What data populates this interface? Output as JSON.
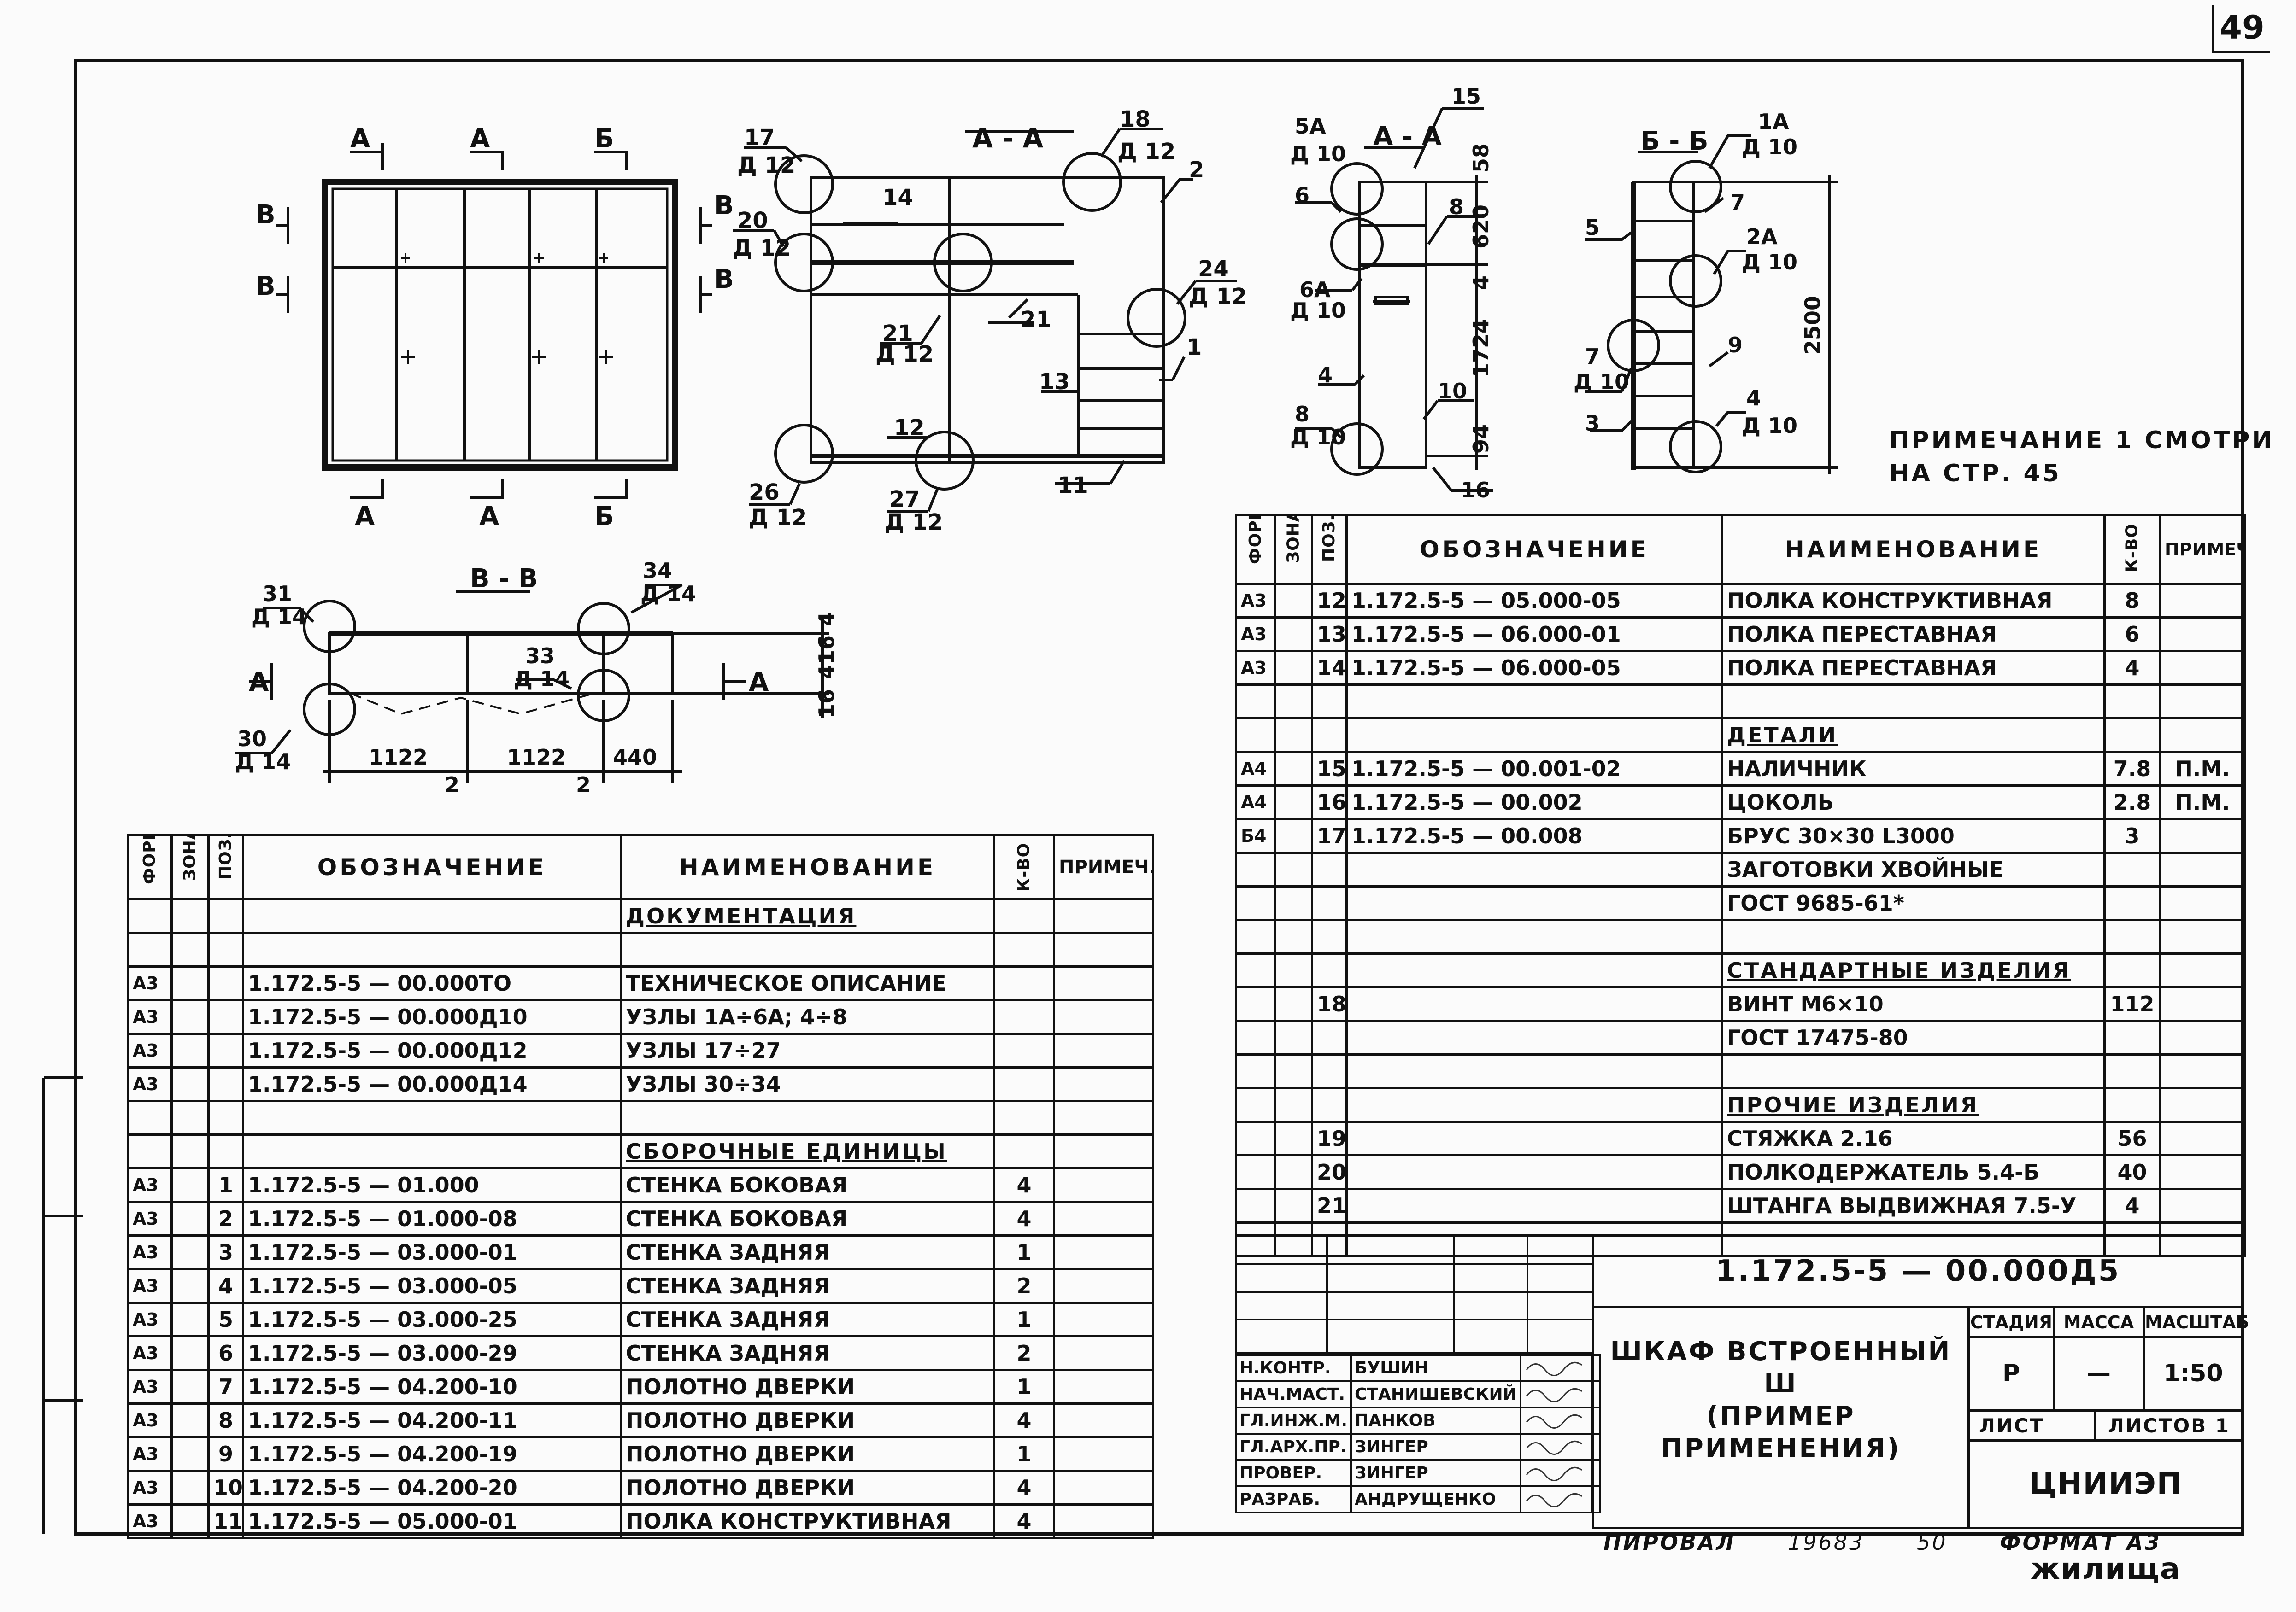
{
  "page_number": "49",
  "note": {
    "line1": "ПРИМЕЧАНИЕ 1 СМОТРИ",
    "line2": "НА СТР. 45"
  },
  "drawing_labels": {
    "cut_a": "А",
    "cut_b": "Б",
    "cut_v": "В",
    "section_aa": "А - А",
    "section_bb": "Б - Б",
    "section_vv": "В - В",
    "d10": "Д 10",
    "d12": "Д 12",
    "d14": "Д 14",
    "n1a": "1А",
    "n2a": "2А",
    "n5a": "5А",
    "n6a": "6А",
    "n1": "1",
    "n2": "2",
    "n3": "3",
    "n4": "4",
    "n5": "5",
    "n6": "6",
    "n7": "7",
    "n8": "8",
    "n9": "9",
    "n10": "10",
    "n11": "11",
    "n12": "12",
    "n13": "13",
    "n14": "14",
    "n15": "15",
    "n16": "16",
    "n17": "17",
    "n18": "18",
    "n20": "20",
    "n21": "21",
    "n24": "24",
    "n26": "26",
    "n27": "27",
    "n30": "30",
    "n31": "31",
    "n33": "33",
    "n34": "34",
    "dim58": "58",
    "dim620": "620",
    "dim4": "4",
    "dim1724": "1724",
    "dim94": "94",
    "dim2500": "2500",
    "dim416": "416",
    "dim16": "16",
    "dim1122": "1122",
    "dim440": "440",
    "dim2": "2"
  },
  "left_table": {
    "headers": {
      "format": "ФОРМАТ",
      "zone": "ЗОНА",
      "pos": "ПОЗ.",
      "designation": "ОБОЗНАЧЕНИЕ",
      "name": "НАИМЕНОВАНИЕ",
      "qty": "К-ВО",
      "note": "ПРИМЕЧ."
    },
    "rows": [
      {
        "f": "",
        "z": "",
        "p": "",
        "d": "",
        "n": "ДОКУМЕНТАЦИЯ",
        "q": "",
        "r": "",
        "section": true
      },
      {
        "f": "",
        "z": "",
        "p": "",
        "d": "",
        "n": "",
        "q": "",
        "r": ""
      },
      {
        "f": "А3",
        "z": "",
        "p": "",
        "d": "1.172.5-5 — 00.000ТО",
        "n": "ТЕХНИЧЕСКОЕ ОПИСАНИЕ",
        "q": "",
        "r": ""
      },
      {
        "f": "А3",
        "z": "",
        "p": "",
        "d": "1.172.5-5 — 00.000Д10",
        "n": "УЗЛЫ 1А÷6А; 4÷8",
        "q": "",
        "r": ""
      },
      {
        "f": "А3",
        "z": "",
        "p": "",
        "d": "1.172.5-5 — 00.000Д12",
        "n": "УЗЛЫ 17÷27",
        "q": "",
        "r": ""
      },
      {
        "f": "А3",
        "z": "",
        "p": "",
        "d": "1.172.5-5 — 00.000Д14",
        "n": "УЗЛЫ 30÷34",
        "q": "",
        "r": ""
      },
      {
        "f": "",
        "z": "",
        "p": "",
        "d": "",
        "n": "",
        "q": "",
        "r": ""
      },
      {
        "f": "",
        "z": "",
        "p": "",
        "d": "",
        "n": "СБОРОЧНЫЕ ЕДИНИЦЫ",
        "q": "",
        "r": "",
        "section": true
      },
      {
        "f": "А3",
        "z": "",
        "p": "1",
        "d": "1.172.5-5 — 01.000",
        "n": "СТЕНКА БОКОВАЯ",
        "q": "4",
        "r": ""
      },
      {
        "f": "А3",
        "z": "",
        "p": "2",
        "d": "1.172.5-5 — 01.000-08",
        "n": "СТЕНКА БОКОВАЯ",
        "q": "4",
        "r": ""
      },
      {
        "f": "А3",
        "z": "",
        "p": "3",
        "d": "1.172.5-5 — 03.000-01",
        "n": "СТЕНКА ЗАДНЯЯ",
        "q": "1",
        "r": ""
      },
      {
        "f": "А3",
        "z": "",
        "p": "4",
        "d": "1.172.5-5 — 03.000-05",
        "n": "СТЕНКА ЗАДНЯЯ",
        "q": "2",
        "r": ""
      },
      {
        "f": "А3",
        "z": "",
        "p": "5",
        "d": "1.172.5-5 — 03.000-25",
        "n": "СТЕНКА ЗАДНЯЯ",
        "q": "1",
        "r": ""
      },
      {
        "f": "А3",
        "z": "",
        "p": "6",
        "d": "1.172.5-5 — 03.000-29",
        "n": "СТЕНКА ЗАДНЯЯ",
        "q": "2",
        "r": ""
      },
      {
        "f": "А3",
        "z": "",
        "p": "7",
        "d": "1.172.5-5 — 04.200-10",
        "n": "ПОЛОТНО ДВЕРКИ",
        "q": "1",
        "r": ""
      },
      {
        "f": "А3",
        "z": "",
        "p": "8",
        "d": "1.172.5-5 — 04.200-11",
        "n": "ПОЛОТНО ДВЕРКИ",
        "q": "4",
        "r": ""
      },
      {
        "f": "А3",
        "z": "",
        "p": "9",
        "d": "1.172.5-5 — 04.200-19",
        "n": "ПОЛОТНО ДВЕРКИ",
        "q": "1",
        "r": ""
      },
      {
        "f": "А3",
        "z": "",
        "p": "10",
        "d": "1.172.5-5 — 04.200-20",
        "n": "ПОЛОТНО ДВЕРКИ",
        "q": "4",
        "r": ""
      },
      {
        "f": "А3",
        "z": "",
        "p": "11",
        "d": "1.172.5-5 — 05.000-01",
        "n": "ПОЛКА КОНСТРУКТИВНАЯ",
        "q": "4",
        "r": ""
      }
    ]
  },
  "right_table": {
    "headers": {
      "format": "ФОРМАТ",
      "zone": "ЗОНА",
      "pos": "ПОЗ.",
      "designation": "ОБОЗНАЧЕНИЕ",
      "name": "НАИМЕНОВАНИЕ",
      "qty": "К-ВО",
      "note": "ПРИМЕЧ."
    },
    "rows": [
      {
        "f": "А3",
        "z": "",
        "p": "12",
        "d": "1.172.5-5 — 05.000-05",
        "n": "ПОЛКА КОНСТРУКТИВНАЯ",
        "q": "8",
        "r": ""
      },
      {
        "f": "А3",
        "z": "",
        "p": "13",
        "d": "1.172.5-5 — 06.000-01",
        "n": "ПОЛКА ПЕРЕСТАВНАЯ",
        "q": "6",
        "r": ""
      },
      {
        "f": "А3",
        "z": "",
        "p": "14",
        "d": "1.172.5-5 — 06.000-05",
        "n": "ПОЛКА ПЕРЕСТАВНАЯ",
        "q": "4",
        "r": ""
      },
      {
        "f": "",
        "z": "",
        "p": "",
        "d": "",
        "n": "",
        "q": "",
        "r": ""
      },
      {
        "f": "",
        "z": "",
        "p": "",
        "d": "",
        "n": "ДЕТАЛИ",
        "q": "",
        "r": "",
        "section": true
      },
      {
        "f": "А4",
        "z": "",
        "p": "15",
        "d": "1.172.5-5 — 00.001-02",
        "n": "НАЛИЧНИК",
        "q": "7.8",
        "r": "П.М."
      },
      {
        "f": "А4",
        "z": "",
        "p": "16",
        "d": "1.172.5-5 — 00.002",
        "n": "ЦОКОЛЬ",
        "q": "2.8",
        "r": "П.М."
      },
      {
        "f": "Б4",
        "z": "",
        "p": "17",
        "d": "1.172.5-5 — 00.008",
        "n": "БРУС 30×30 L3000",
        "q": "3",
        "r": ""
      },
      {
        "f": "",
        "z": "",
        "p": "",
        "d": "",
        "n": "ЗАГОТОВКИ ХВОЙНЫЕ",
        "q": "",
        "r": ""
      },
      {
        "f": "",
        "z": "",
        "p": "",
        "d": "",
        "n": "ГОСТ 9685-61*",
        "q": "",
        "r": ""
      },
      {
        "f": "",
        "z": "",
        "p": "",
        "d": "",
        "n": "",
        "q": "",
        "r": ""
      },
      {
        "f": "",
        "z": "",
        "p": "",
        "d": "",
        "n": "СТАНДАРТНЫЕ ИЗДЕЛИЯ",
        "q": "",
        "r": "",
        "section": true
      },
      {
        "f": "",
        "z": "",
        "p": "18",
        "d": "",
        "n": "ВИНТ М6×10",
        "q": "112",
        "r": ""
      },
      {
        "f": "",
        "z": "",
        "p": "",
        "d": "",
        "n": "ГОСТ 17475-80",
        "q": "",
        "r": ""
      },
      {
        "f": "",
        "z": "",
        "p": "",
        "d": "",
        "n": "",
        "q": "",
        "r": ""
      },
      {
        "f": "",
        "z": "",
        "p": "",
        "d": "",
        "n": "ПРОЧИЕ ИЗДЕЛИЯ",
        "q": "",
        "r": "",
        "section": true
      },
      {
        "f": "",
        "z": "",
        "p": "19",
        "d": "",
        "n": "СТЯЖКА 2.16",
        "q": "56",
        "r": ""
      },
      {
        "f": "",
        "z": "",
        "p": "20",
        "d": "",
        "n": "ПОЛКОДЕРЖАТЕЛЬ 5.4-Б",
        "q": "40",
        "r": ""
      },
      {
        "f": "",
        "z": "",
        "p": "21",
        "d": "",
        "n": "ШТАНГА ВЫДВИЖНАЯ 7.5-У",
        "q": "4",
        "r": ""
      },
      {
        "f": "",
        "z": "",
        "p": "",
        "d": "",
        "n": "",
        "q": "",
        "r": ""
      }
    ]
  },
  "title_block": {
    "doc_code": "1.172.5-5 — 00.000Д5",
    "title1": "ШКАФ ВСТРОЕННЫЙ",
    "title2": "Ш",
    "title3": "(ПРИМЕР ПРИМЕНЕНИЯ)",
    "stage_label": "СТАДИЯ",
    "mass_label": "МАССА",
    "scale_label": "МАСШТАБ",
    "stage": "Р",
    "mass": "—",
    "scale": "1:50",
    "sheet_label": "ЛИСТ",
    "sheets_label": "ЛИСТОВ 1",
    "org": "ЦНИИЭП жилища",
    "signatures": [
      {
        "role": "Н.КОНТР.",
        "name": "БУШИН"
      },
      {
        "role": "НАЧ.МАСТ.",
        "name": "СТАНИШЕВСКИЙ"
      },
      {
        "role": "ГЛ.ИНЖ.М.",
        "name": "ПАНКОВ"
      },
      {
        "role": "ГЛ.АРХ.ПР.",
        "name": "ЗИНГЕР"
      },
      {
        "role": "ПРОВЕР.",
        "name": "ЗИНГЕР"
      },
      {
        "role": "РАЗРАБ.",
        "name": "АНДРУЩЕНКО"
      }
    ]
  },
  "footer": {
    "copied": "ПИРОВАЛ",
    "number": "19683",
    "sheet": "50",
    "format": "ФОРМАТ А3"
  }
}
